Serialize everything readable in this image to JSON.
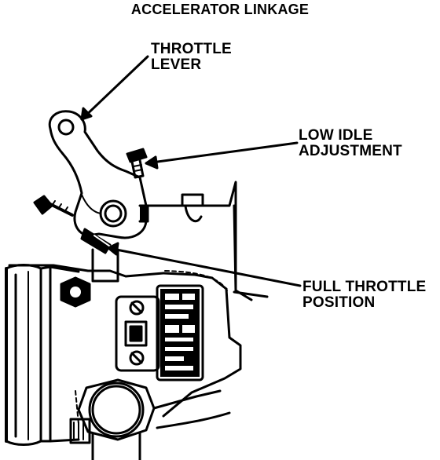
{
  "title": "ACCELERATOR LINKAGE",
  "callouts": {
    "throttle_lever": [
      "THROTTLE",
      "LEVER"
    ],
    "low_idle": [
      "LOW IDLE",
      "ADJUSTMENT"
    ],
    "full_throttle": [
      "FULL THROTTLE",
      "POSITION"
    ]
  },
  "colors": {
    "ink": "#000000",
    "paper": "#ffffff"
  }
}
